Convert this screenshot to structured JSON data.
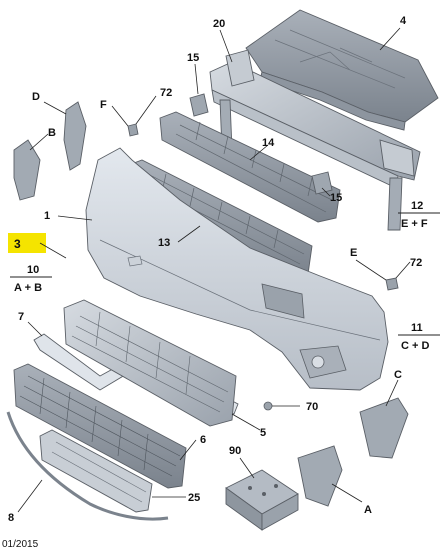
{
  "diagram": {
    "callouts": {
      "p1": "1",
      "p3": "3",
      "p4": "4",
      "p5": "5",
      "p6": "6",
      "p7": "7",
      "p8": "8",
      "p13": "13",
      "p14": "14",
      "p15a": "15",
      "p15b": "15",
      "p20": "20",
      "p25": "25",
      "p70": "70",
      "p72a": "72",
      "p72b": "72",
      "p90": "90",
      "A": "A",
      "B": "B",
      "C": "C",
      "D": "D",
      "E": "E",
      "F": "F"
    },
    "groups": {
      "g10": {
        "number": "10",
        "sub": "A + B"
      },
      "g11": {
        "number": "11",
        "sub": "C + D"
      },
      "g12": {
        "number": "12",
        "sub": "E + F"
      }
    },
    "highlight_color": "#f5e400",
    "date_code": "01/2015"
  }
}
